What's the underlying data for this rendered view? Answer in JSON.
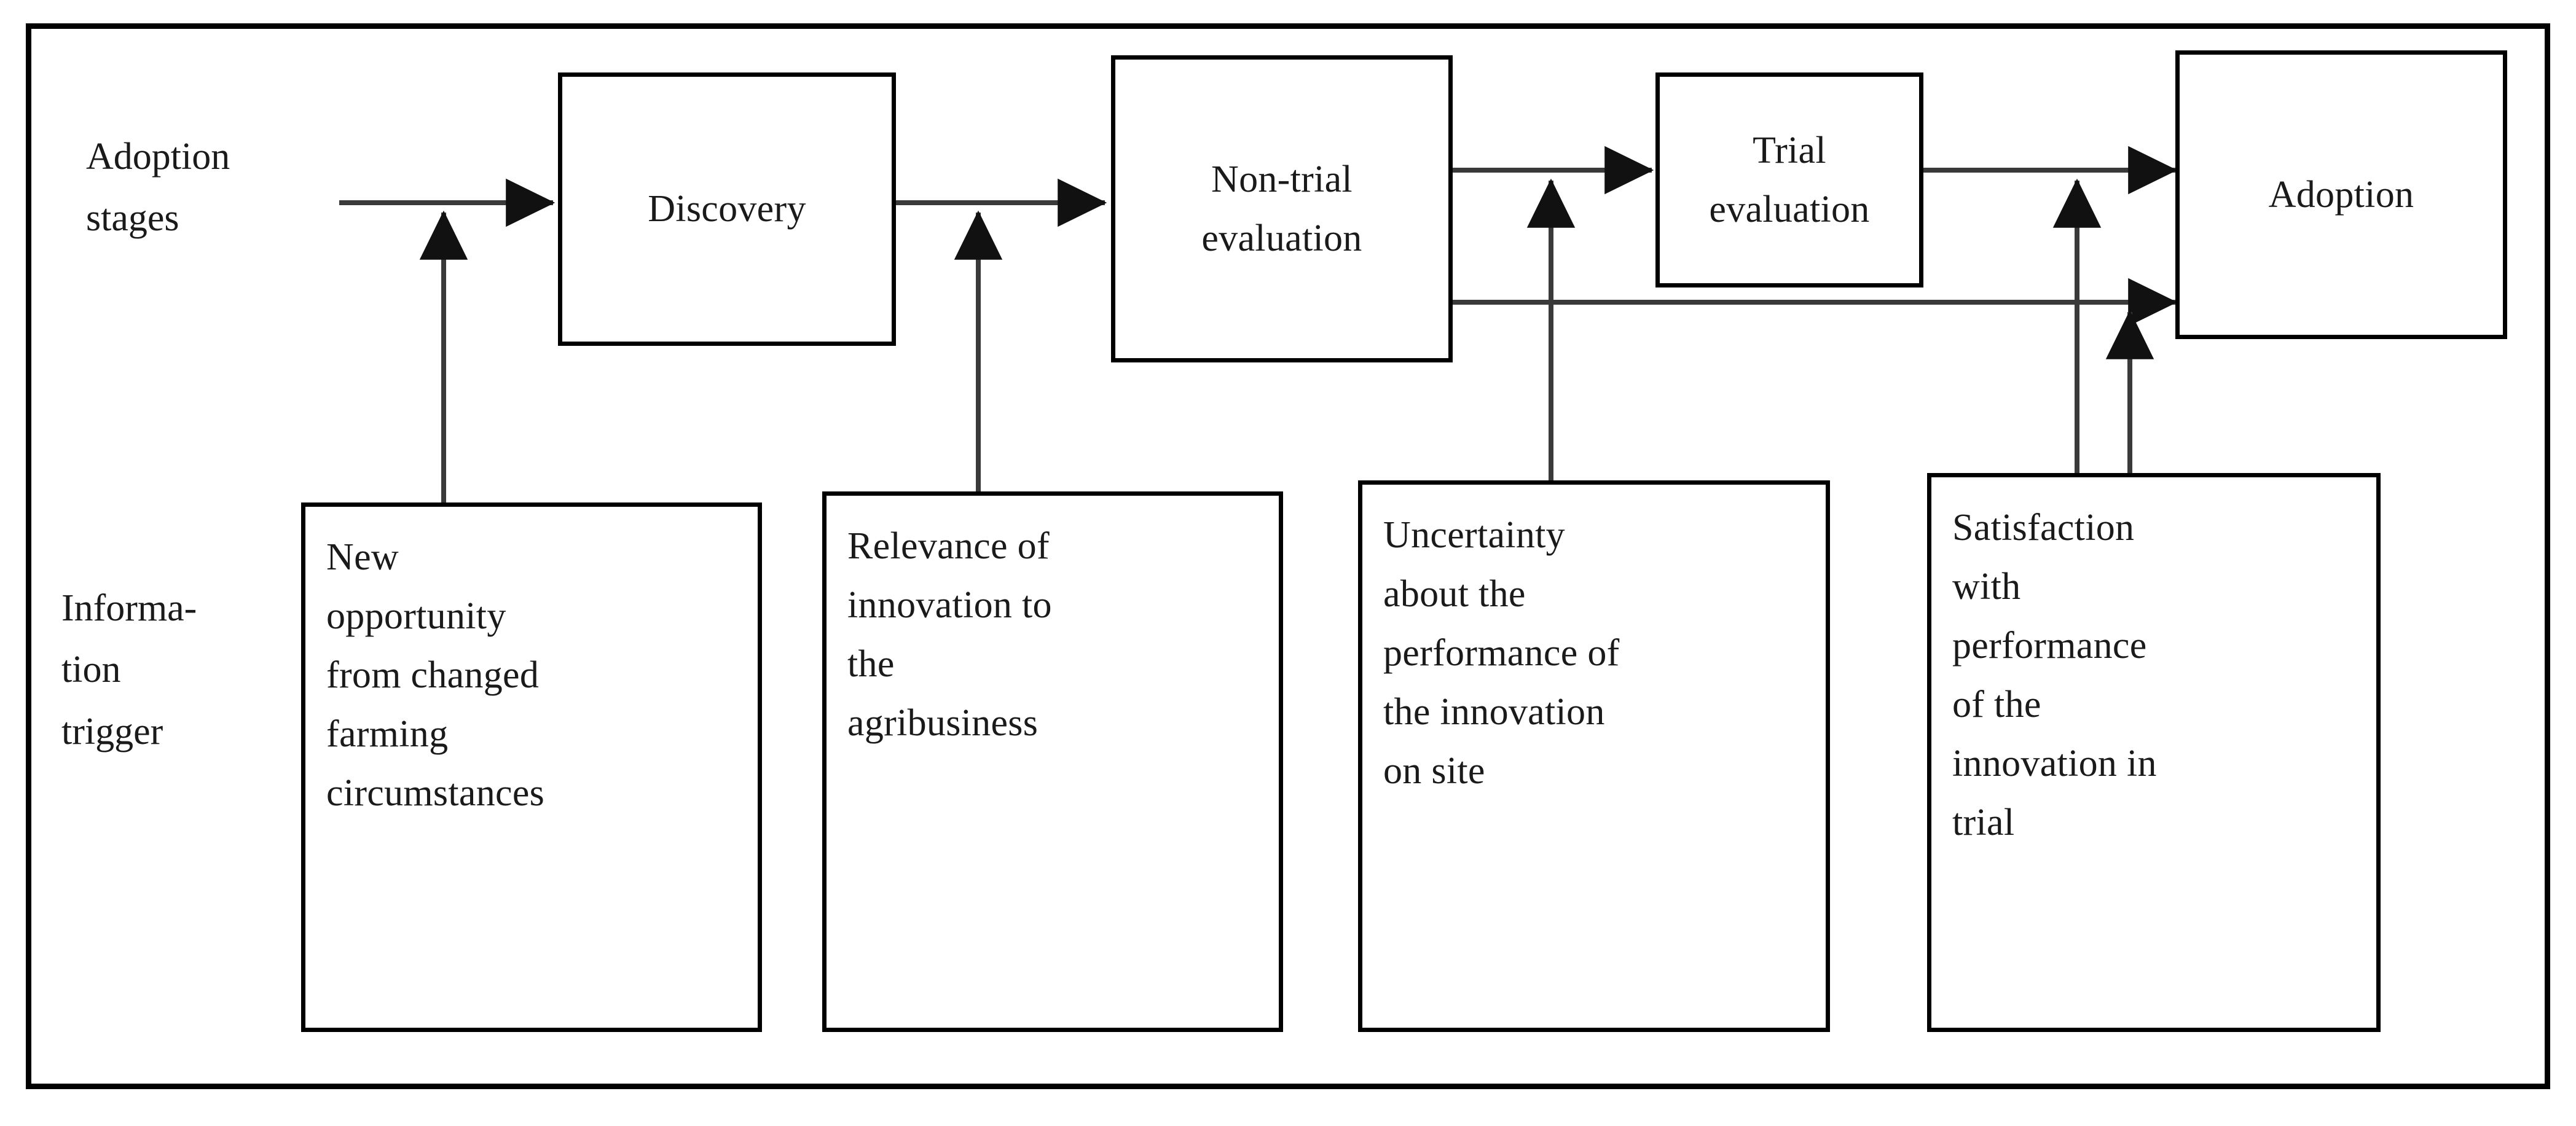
{
  "diagram": {
    "title_present": false,
    "colors": {
      "stroke": "#000000",
      "text": "#1a1a1a",
      "background": "#ffffff",
      "connector": "#3a3a3a"
    },
    "row_labels": {
      "adoption_stages": "Adoption\nstages",
      "information_trigger": "Informa-\ntion\ntrigger"
    },
    "stage_nodes": [
      {
        "id": "discovery",
        "label": "Discovery"
      },
      {
        "id": "non-trial-evaluation",
        "label": "Non-trial\nevaluation"
      },
      {
        "id": "trial-evaluation",
        "label": "Trial\nevaluation"
      },
      {
        "id": "adoption",
        "label": "Adoption"
      }
    ],
    "trigger_nodes": [
      {
        "id": "new-opportunity",
        "label": "New\nopportunity\nfrom changed\nfarming\ncircumstances"
      },
      {
        "id": "relevance-of-innovation",
        "label": "Relevance of\ninnovation to\nthe\nagribusiness"
      },
      {
        "id": "uncertainty-about-performance",
        "label": "Uncertainty\nabout the\nperformance of\nthe innovation\non site"
      },
      {
        "id": "satisfaction-with-performance",
        "label": "Satisfaction\nwith\nperformance\nof the\ninnovation in\ntrial"
      }
    ],
    "connections": [
      {
        "from": "start",
        "to": "discovery",
        "kind": "horizontal-arrow"
      },
      {
        "from": "discovery",
        "to": "non-trial-evaluation",
        "kind": "horizontal-arrow"
      },
      {
        "from": "non-trial-evaluation",
        "to": "trial-evaluation",
        "kind": "horizontal-arrow"
      },
      {
        "from": "trial-evaluation",
        "to": "adoption",
        "kind": "horizontal-arrow"
      },
      {
        "from": "non-trial-evaluation",
        "to": "adoption",
        "kind": "horizontal-bypass-arrow"
      },
      {
        "from": "new-opportunity",
        "to": "start-to-discovery-link",
        "kind": "vertical-arrow"
      },
      {
        "from": "relevance-of-innovation",
        "to": "discovery-to-non-trial-link",
        "kind": "vertical-arrow"
      },
      {
        "from": "uncertainty-about-performance",
        "to": "non-trial-to-trial-link",
        "kind": "vertical-arrow"
      },
      {
        "from": "satisfaction-with-performance",
        "to": "trial-to-adoption-link",
        "kind": "vertical-arrow"
      },
      {
        "from": "satisfaction-with-performance",
        "to": "non-trial-bypass-link",
        "kind": "vertical-arrow"
      }
    ]
  }
}
